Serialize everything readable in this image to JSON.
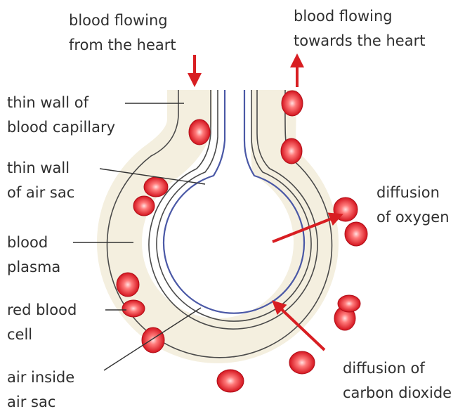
{
  "labels": {
    "from_heart_1": "blood flowing",
    "from_heart_2": "from the heart",
    "to_heart_1": "blood flowing",
    "to_heart_2": "towards the heart",
    "capillary_wall_1": "thin wall of",
    "capillary_wall_2": "blood capillary",
    "air_sac_wall_1": "thin wall",
    "air_sac_wall_2": "of air sac",
    "plasma_1": "blood",
    "plasma_2": "plasma",
    "red_cell_1": "red blood",
    "red_cell_2": "cell",
    "air_inside_1": "air inside",
    "air_inside_2": "air sac",
    "oxygen_1": "diffusion",
    "oxygen_2": "of oxygen",
    "co2_1": "diffusion of",
    "co2_2": "carbon dioxide"
  },
  "colors": {
    "plasma": "#f4efdf",
    "wall": "#4a4a4a",
    "air_sac_inner_wall": "#4a58a6",
    "cell_fill": "#e0202a",
    "cell_center": "#ffd6d6",
    "arrow": "#d81e22",
    "leader": "#333333"
  }
}
